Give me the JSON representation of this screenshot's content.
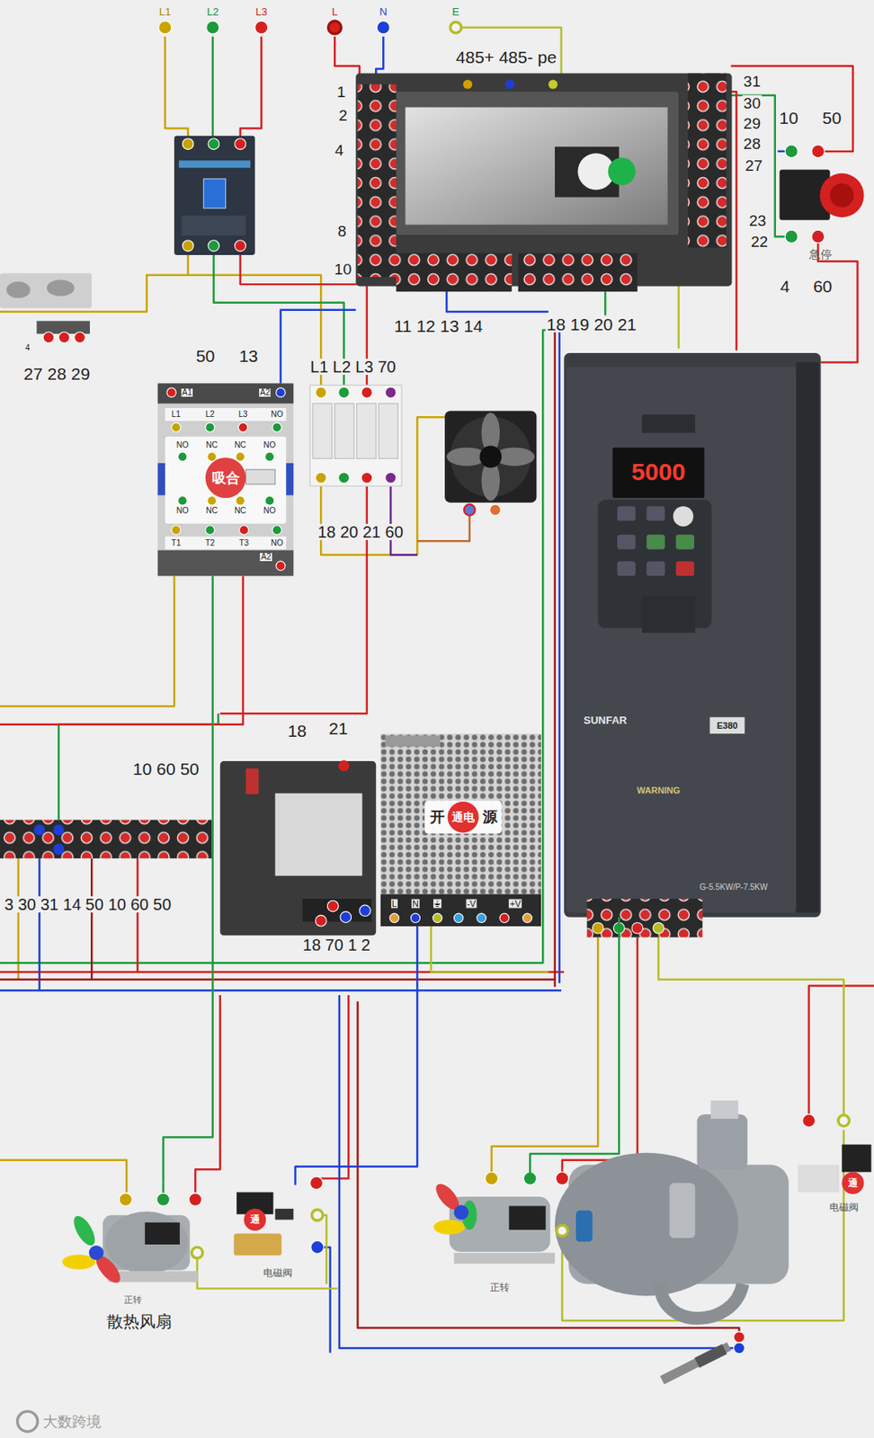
{
  "diagram": {
    "nodes": [
      {
        "text": [
          "急停"
        ]
      },
      {
        "text": [
          "吸合"
        ]
      },
      {
        "text": [
          "5000",
          "SUNFAR",
          "E380",
          "WARNING",
          "G-5.5KW/P-7.5KW"
        ]
      },
      {
        "text": [
          "开",
          "通电",
          "源"
        ]
      },
      {
        "text": [
          "通",
          "电磁阀"
        ]
      },
      {
        "text": [
          "正转"
        ]
      },
      {
        "text": [
          "正转",
          "散热风扇"
        ]
      },
      {
        "text": [
          "通",
          "电磁阀"
        ]
      }
    ],
    "edges": [
      {
        "from": 1,
        "to": 6,
        "arrow": "none"
      },
      {
        "from": 2,
        "to": 5,
        "arrow": "none"
      },
      {
        "from": 3,
        "to": 7,
        "arrow": "none"
      }
    ],
    "labels": [
      "L1",
      "L2",
      "L3",
      "L",
      "N",
      "E",
      "485+ 485- pe",
      "1",
      "2",
      "4",
      "8",
      "10",
      "31",
      "30",
      "29",
      "28",
      "27",
      "23",
      "22",
      "10",
      "50",
      "4",
      "60",
      "11 12 13 14",
      "18 19 20 21",
      "27 28 29",
      "4",
      "50",
      "13",
      "L1 L2 L3 70",
      "18 20 21 60",
      "18",
      "21",
      "10 60 50",
      "3 30 31 14 50 10 60 50",
      "18 70 1 2",
      "L",
      "N",
      "⏚",
      "-V",
      "+V",
      "大数跨境",
      "A1",
      "L1",
      "L2",
      "L3",
      "NO",
      "A2",
      "NO",
      "NC",
      "NC",
      "NO",
      "NO",
      "NC",
      "NC",
      "NO",
      "T1",
      "T2",
      "T3",
      "NO",
      "A2"
    ]
  }
}
